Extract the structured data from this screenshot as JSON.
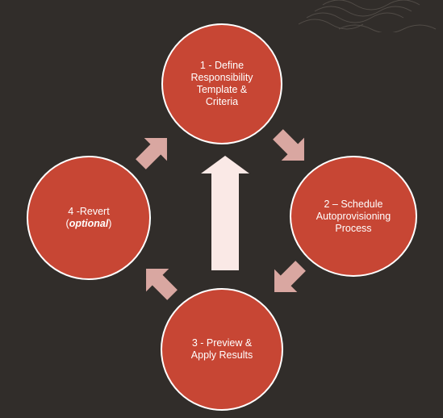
{
  "colors": {
    "background": "#312d2a",
    "node_fill": "#c74634",
    "node_border": "#ffffff",
    "arrow_fill": "#d9a7a1",
    "center_arrow_fill": "#fae9e6"
  },
  "nodes": [
    {
      "id": "step-1",
      "label": "1 - Define\nResponsibility\nTemplate &\nCriteria"
    },
    {
      "id": "step-2",
      "label": "2 – Schedule\nAutoprovisioning\nProcess"
    },
    {
      "id": "step-3",
      "label": "3 -  Preview &\nApply Results"
    },
    {
      "id": "step-4",
      "label_prefix": "4 -Revert\n(",
      "label_emphasis": "optional",
      "label_suffix": ")"
    }
  ]
}
